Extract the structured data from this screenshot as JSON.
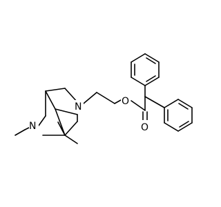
{
  "structure": {
    "atoms": {
      "nitrogen_bridge": "N",
      "nitrogen_ring": "N",
      "ester_oxygen": "O",
      "carbonyl_oxygen": "O"
    },
    "colors": {
      "bond": "#000000",
      "label": "#000000",
      "background": "#ffffff"
    }
  }
}
